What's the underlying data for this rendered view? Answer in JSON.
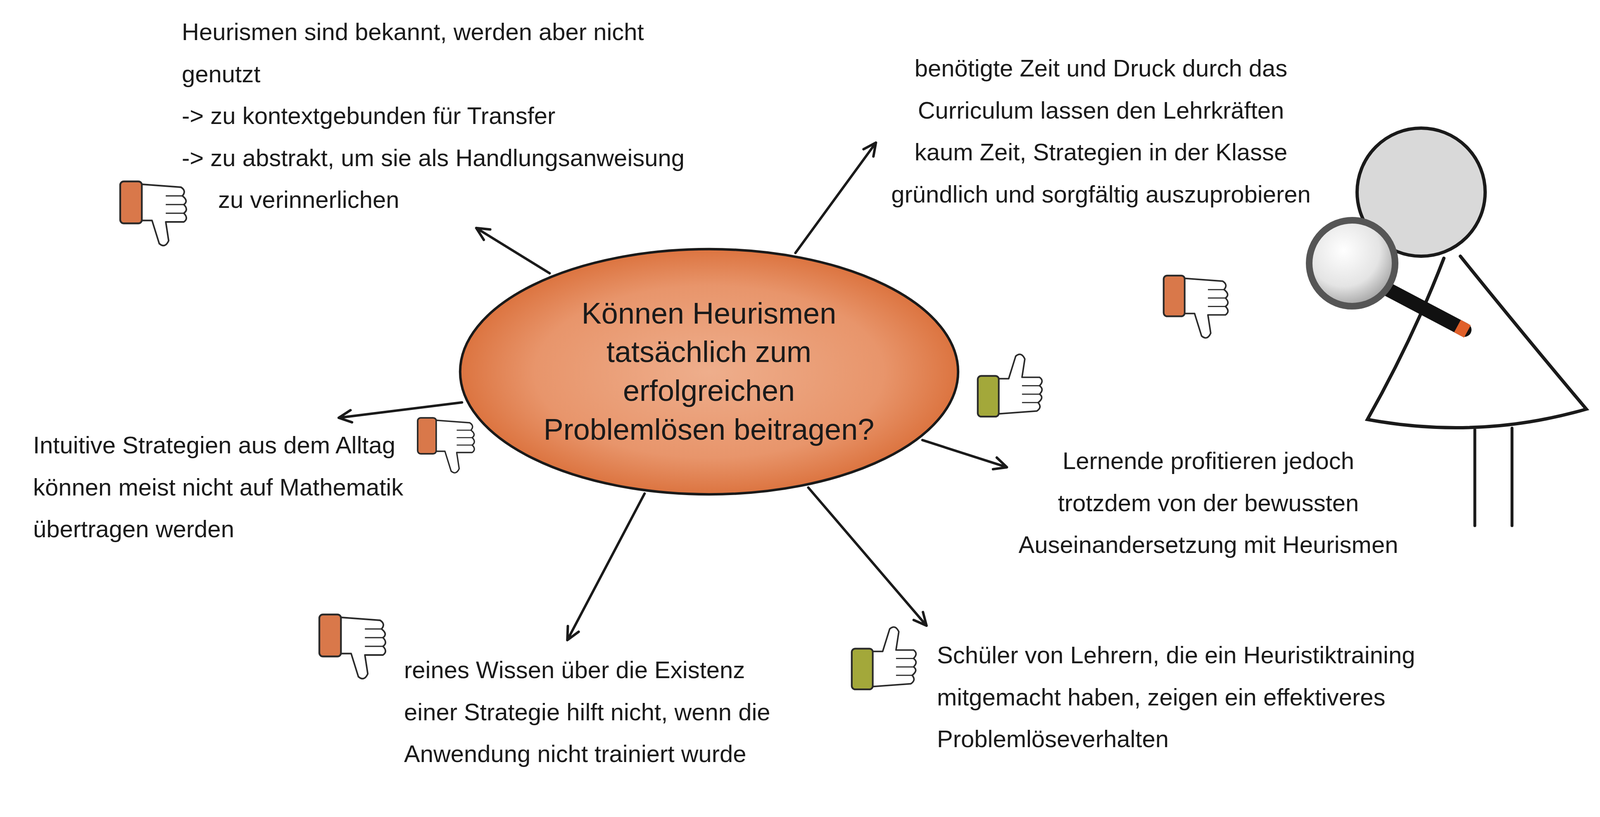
{
  "diagram": {
    "nodes": [
      {
        "text": [
          "Können Heurismen tatsächlich zum erfolgreichen Problemlösen beitragen?"
        ]
      },
      {
        "text": [
          "Heurismen sind bekannt, werden aber nicht genutzt",
          "-> zu kontextgebunden für Transfer",
          "-> zu abstrakt, um sie als Handlungsanweisung zu verinnerlichen"
        ]
      },
      {
        "text": [
          "benötigte Zeit und Druck durch das Curriculum lassen den Lehrkräften kaum Zeit, Strategien in der Klasse gründlich und sorgfältig auszuprobieren"
        ]
      },
      {
        "text": [
          "Intuitive Strategien aus dem Alltag können meist nicht auf Mathematik übertragen werden"
        ]
      },
      {
        "text": [
          "Lernende profitieren jedoch trotzdem von der bewussten Auseinandersetzung mit Heurismen"
        ]
      },
      {
        "text": [
          "reines Wissen über die Existenz einer Strategie hilft nicht, wenn die Anwendung nicht trainiert wurde"
        ]
      },
      {
        "text": [
          "Schüler von Lehrern, die ein Heuristiktraining mitgemacht haben, zeigen ein effektiveres Problemlöseverhalten"
        ]
      }
    ],
    "edges": [
      {
        "from": 0,
        "to": 1,
        "arrow": "to"
      },
      {
        "from": 0,
        "to": 2,
        "arrow": "to"
      },
      {
        "from": 0,
        "to": 3,
        "arrow": "to"
      },
      {
        "from": 0,
        "to": 4,
        "arrow": "to"
      },
      {
        "from": 0,
        "to": 5,
        "arrow": "to"
      },
      {
        "from": 0,
        "to": 6,
        "arrow": "to"
      }
    ]
  }
}
